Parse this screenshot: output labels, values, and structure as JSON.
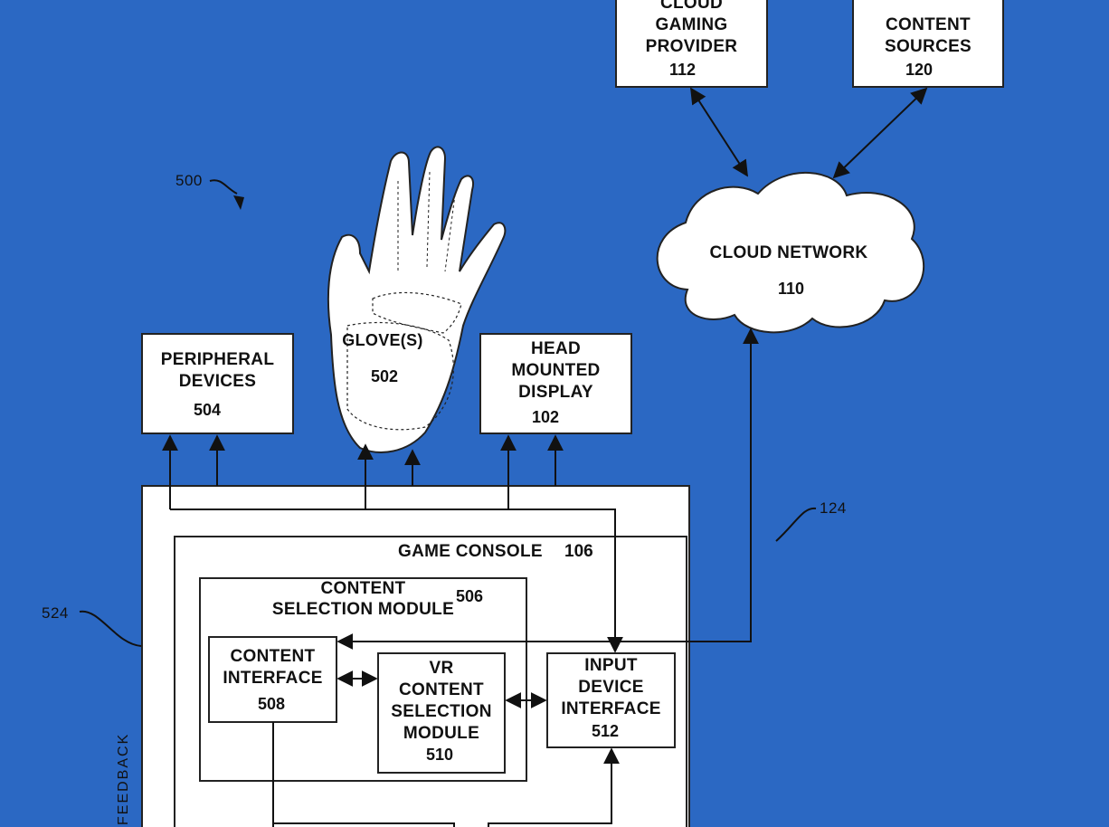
{
  "figure_ref": "500",
  "boxes": {
    "cloud_gaming_provider": {
      "label": "CLOUD\nGAMING\nPROVIDER",
      "num": "112"
    },
    "content_sources": {
      "label": "CONTENT\nSOURCES",
      "num": "120"
    },
    "cloud_network": {
      "label": "CLOUD NETWORK",
      "num": "110"
    },
    "peripheral_devices": {
      "label": "PERIPHERAL\nDEVICES",
      "num": "504"
    },
    "gloves": {
      "label": "GLOVE(S)",
      "num": "502"
    },
    "head_mounted_display": {
      "label": "HEAD\nMOUNTED\nDISPLAY",
      "num": "102"
    },
    "game_console": {
      "label": "GAME CONSOLE",
      "num": "106"
    },
    "content_selection_module": {
      "label": "CONTENT\nSELECTION MODULE",
      "num": "506"
    },
    "content_interface": {
      "label": "CONTENT\nINTERFACE",
      "num": "508"
    },
    "vr_content_selection_module": {
      "label": "VR\nCONTENT\nSELECTION\nMODULE",
      "num": "510"
    },
    "input_device_interface": {
      "label": "INPUT\nDEVICE\nINTERFACE",
      "num": "512"
    }
  },
  "refs": {
    "link_124": "124",
    "feedback_524": "524"
  },
  "feedback_text": "FEEDBACK"
}
